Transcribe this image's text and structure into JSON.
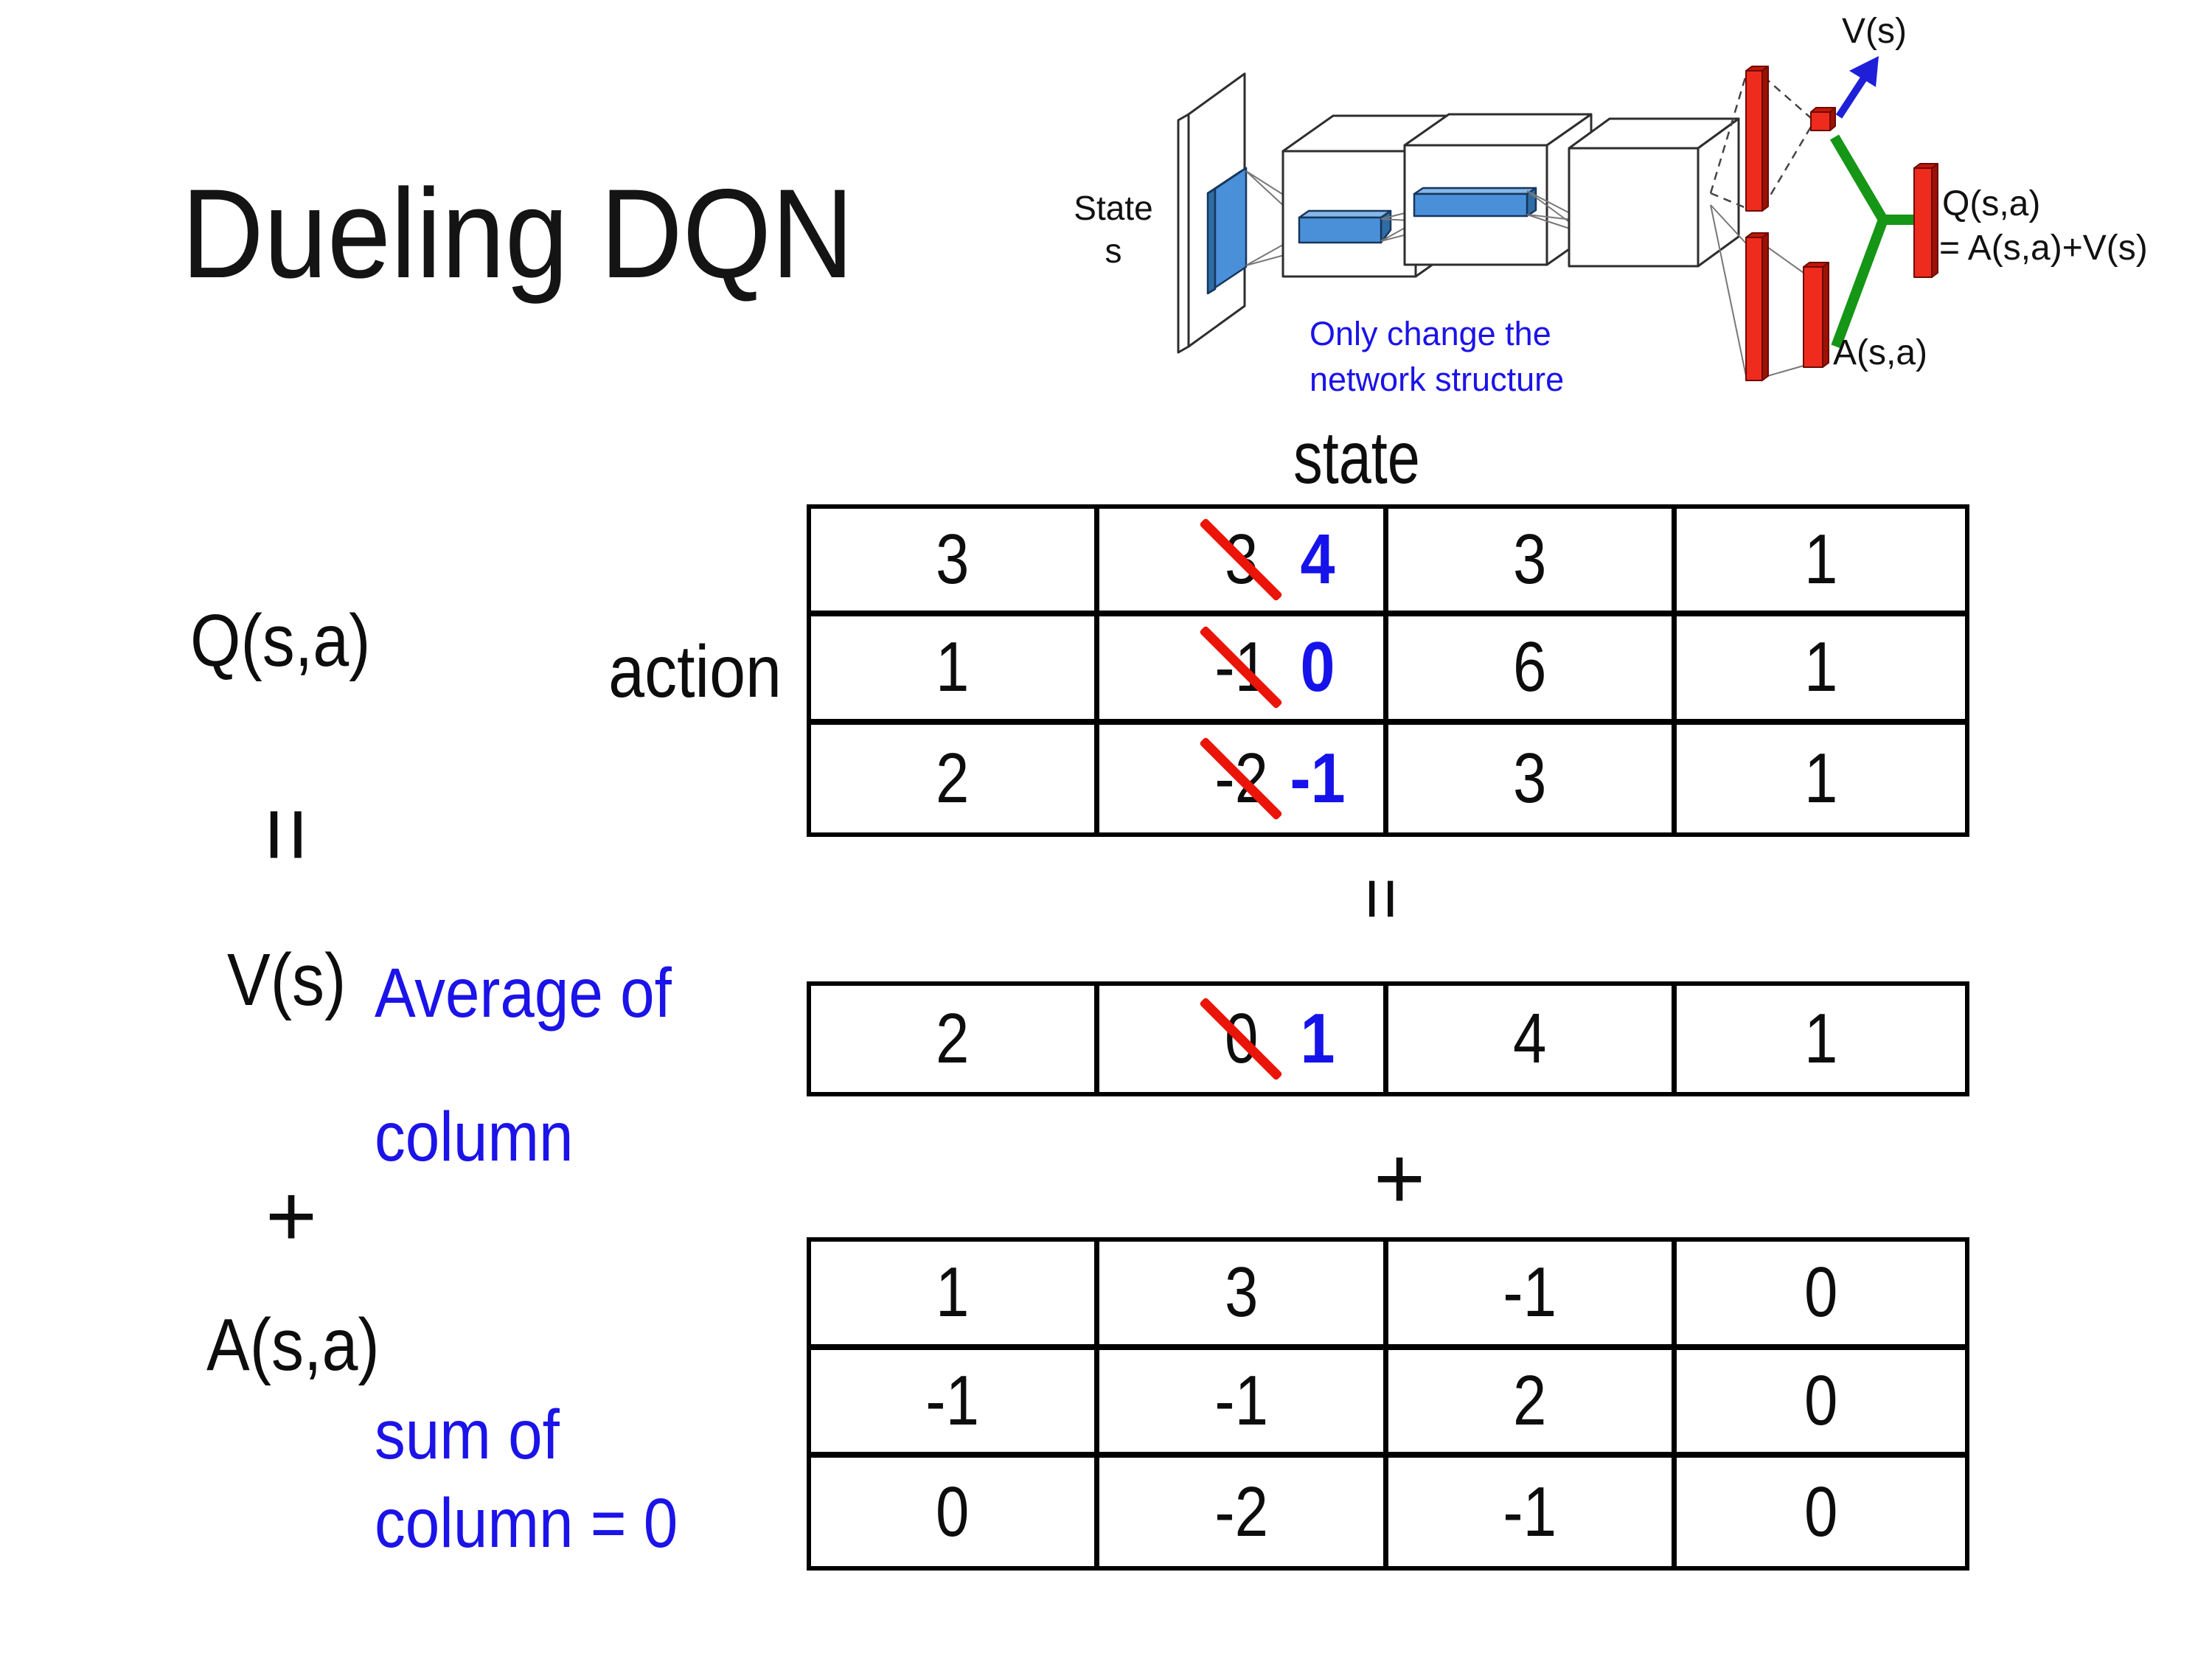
{
  "title": "Dueling DQN",
  "colors": {
    "accent_blue_text": "#1b13e8",
    "strike_red": "#ea1408",
    "bar_red": "#ee2b1c",
    "connector_green": "#169616",
    "filter_blue": "#4a90d9",
    "arrow_blue": "#1f1fd8"
  },
  "diagram": {
    "state_line1": "State",
    "state_line2": "s",
    "v_out": "V(s)",
    "a_out": "A(s,a)",
    "q_out_line1": "Q(s,a)",
    "q_out_line2": "= A(s,a)+V(s)",
    "note_line1": "Only change the",
    "note_line2": "network structure"
  },
  "matrix": {
    "col_axis": "state",
    "row_axis": "action",
    "q_label": "Q(s,a)",
    "v_label": "V(s)",
    "a_label": "A(s,a)",
    "equals_left": "=",
    "equals_mid": "=",
    "plus_left": "+",
    "plus_mid": "+",
    "avg_note1": "Average of",
    "avg_note2": "column",
    "sum_note1": "sum of",
    "sum_note2": "column = 0",
    "q_rows": [
      {
        "c0": "3",
        "old": "3",
        "new": "4",
        "c2": "3",
        "c3": "1"
      },
      {
        "c0": "1",
        "old": "-1",
        "new": "0",
        "c2": "6",
        "c3": "1"
      },
      {
        "c0": "2",
        "old": "-2",
        "new": "-1",
        "c2": "3",
        "c3": "1"
      }
    ],
    "v_row": {
      "c0": "2",
      "old": "0",
      "new": "1",
      "c2": "4",
      "c3": "1"
    },
    "a_rows": [
      [
        "1",
        "3",
        "-1",
        "0"
      ],
      [
        "-1",
        "-1",
        "2",
        "0"
      ],
      [
        "0",
        "-2",
        "-1",
        "0"
      ]
    ]
  }
}
